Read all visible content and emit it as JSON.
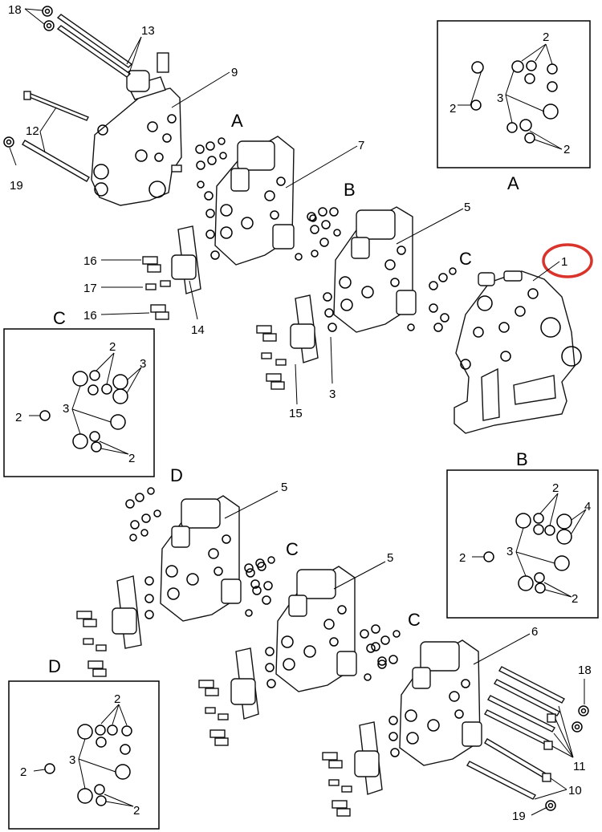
{
  "diagram": {
    "callouts": {
      "n1": "1",
      "n2": "2",
      "n3": "3",
      "n4": "4",
      "n5": "5",
      "n6": "6",
      "n7": "7",
      "n9": "9",
      "n10": "10",
      "n11": "11",
      "n12": "12",
      "n13": "13",
      "n14": "14",
      "n15": "15",
      "n16": "16",
      "n17": "17",
      "n18": "18",
      "n19": "19"
    },
    "section_letters": {
      "a": "A",
      "b": "B",
      "c": "C",
      "d": "D"
    },
    "highlight_color": "#d9342b"
  }
}
